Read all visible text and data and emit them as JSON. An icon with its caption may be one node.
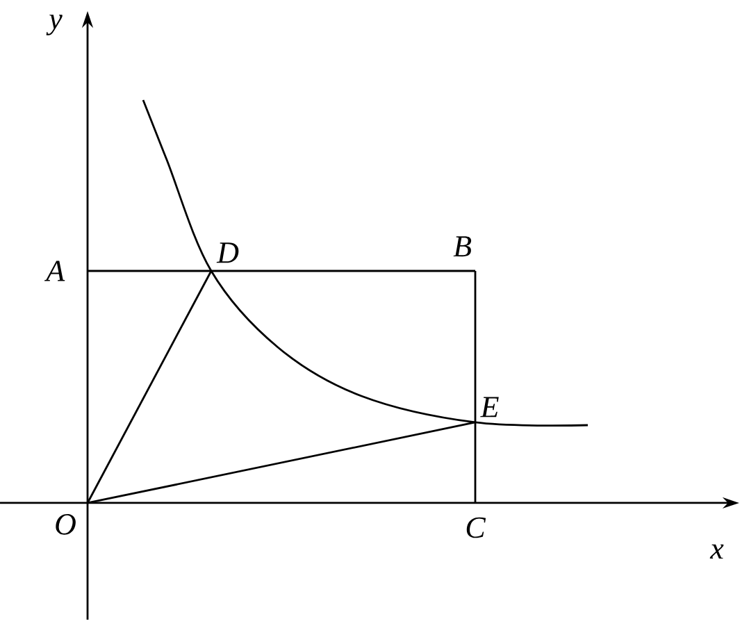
{
  "diagram": {
    "nodes": [
      {
        "text": [
          "O"
        ]
      },
      {
        "text": [
          "A"
        ]
      },
      {
        "text": [
          "B"
        ]
      },
      {
        "text": [
          "C"
        ]
      },
      {
        "text": [
          "D"
        ]
      },
      {
        "text": [
          "E"
        ]
      }
    ],
    "edges": [
      {
        "from": 1,
        "to": 2,
        "arrow": "none"
      },
      {
        "from": 2,
        "to": 3,
        "arrow": "none"
      },
      {
        "from": 0,
        "to": 4,
        "arrow": "none"
      },
      {
        "from": 0,
        "to": 5,
        "arrow": "none"
      }
    ],
    "labels": [
      "y",
      "x"
    ]
  }
}
